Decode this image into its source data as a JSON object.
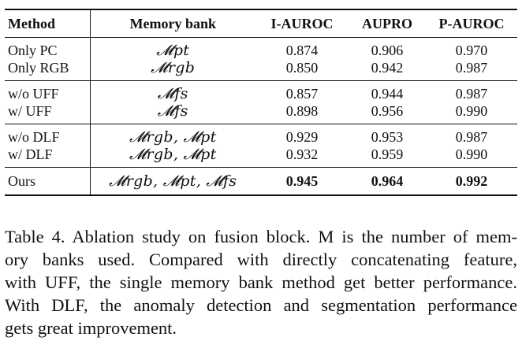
{
  "table": {
    "headers": {
      "method": "Method",
      "memory_bank": "Memory bank",
      "i_auroc": "I-AUROC",
      "aupro": "AUPRO",
      "p_auroc": "P-AUROC"
    },
    "groups": [
      {
        "rows": [
          {
            "method": "Only PC",
            "memory_bank": "𝓜pt",
            "i_auroc": "0.874",
            "aupro": "0.906",
            "p_auroc": "0.970"
          },
          {
            "method": "Only RGB",
            "memory_bank": "𝓜rgb",
            "i_auroc": "0.850",
            "aupro": "0.942",
            "p_auroc": "0.987"
          }
        ]
      },
      {
        "rows": [
          {
            "method": "w/o UFF",
            "memory_bank": "𝓜fs",
            "i_auroc": "0.857",
            "aupro": "0.944",
            "p_auroc": "0.987"
          },
          {
            "method": "w/ UFF",
            "memory_bank": "𝓜fs",
            "i_auroc": "0.898",
            "aupro": "0.956",
            "p_auroc": "0.990"
          }
        ]
      },
      {
        "rows": [
          {
            "method": "w/o DLF",
            "memory_bank": "𝓜rgb, 𝓜pt",
            "i_auroc": "0.929",
            "aupro": "0.953",
            "p_auroc": "0.987"
          },
          {
            "method": "w/ DLF",
            "memory_bank": "𝓜rgb, 𝓜pt",
            "i_auroc": "0.932",
            "aupro": "0.959",
            "p_auroc": "0.990"
          }
        ]
      },
      {
        "rows": [
          {
            "method": "Ours",
            "memory_bank": "𝓜rgb, 𝓜pt, 𝓜fs",
            "i_auroc": "0.945",
            "aupro": "0.964",
            "p_auroc": "0.992"
          }
        ]
      }
    ]
  },
  "caption": {
    "lines": [
      "Table 4. Ablation study on fusion block. M is the number of mem-",
      "ory banks used.  Compared with directly concatenating feature,",
      "with UFF, the single memory bank method get better performance.",
      "With DLF, the anomaly detection and segmentation performance",
      "gets great improvement."
    ]
  }
}
